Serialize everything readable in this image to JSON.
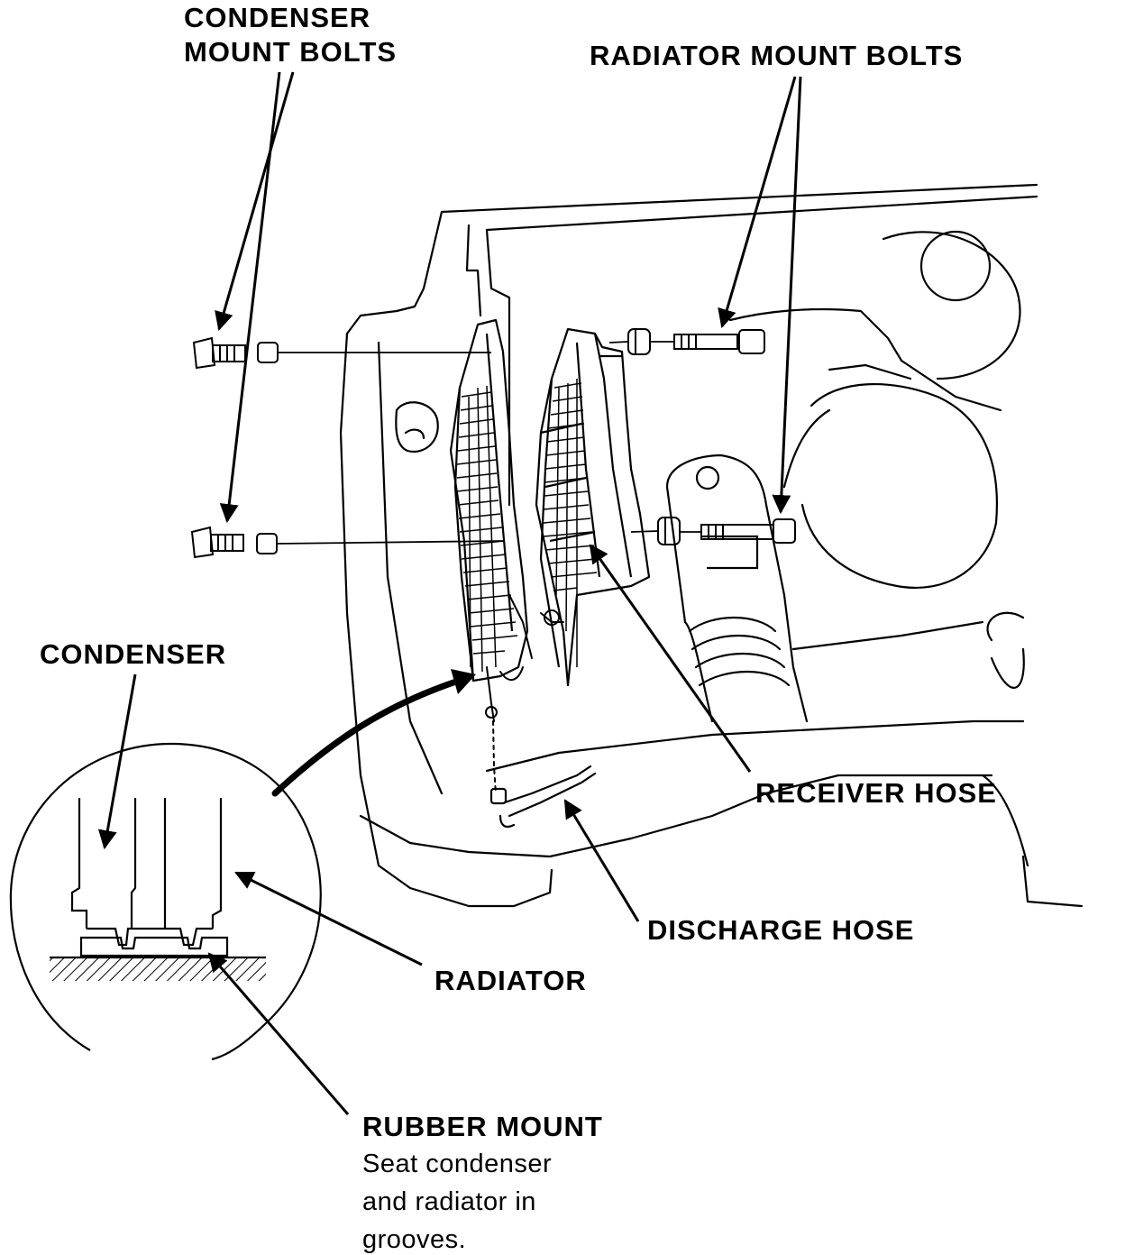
{
  "labels": {
    "condenser_mount_bolts_line1": "CONDENSER",
    "condenser_mount_bolts_line2": "MOUNT BOLTS",
    "radiator_mount_bolts": "RADIATOR MOUNT BOLTS",
    "condenser": "CONDENSER",
    "receiver_hose": "RECEIVER HOSE",
    "discharge_hose": "DISCHARGE HOSE",
    "radiator": "RADIATOR",
    "rubber_mount": "RUBBER MOUNT",
    "rubber_mount_note_line1": "Seat condenser",
    "rubber_mount_note_line2": "and radiator in",
    "rubber_mount_note_line3": "grooves."
  },
  "colors": {
    "ink": "#000000",
    "paper": "#ffffff"
  }
}
